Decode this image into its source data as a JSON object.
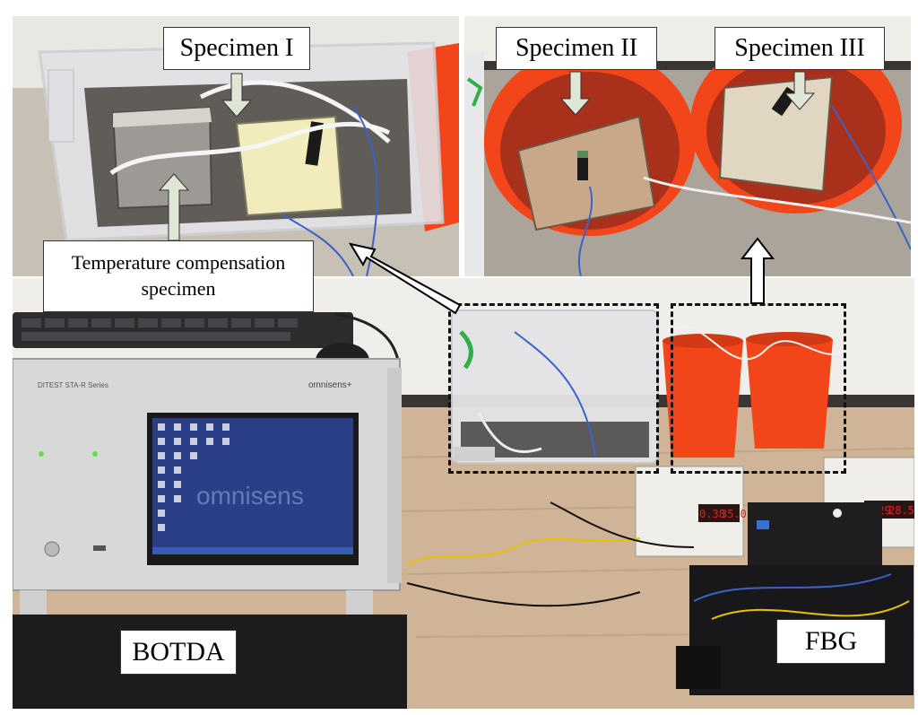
{
  "labels": {
    "specimen_1": "Specimen I",
    "specimen_2": "Specimen II",
    "specimen_3": "Specimen III",
    "temp_comp_line1": "Temperature compensation",
    "temp_comp_line2": "specimen",
    "botda": "BOTDA",
    "fbg": "FBG"
  },
  "equipment_text": {
    "device_series": "DITEST STA-R Series",
    "device_brand": "omnisens+",
    "screen_brand": "omnisens",
    "psu_left_display_1": "0.38",
    "psu_left_display_2": "35.0",
    "psu_right_display_1": "0.29",
    "psu_right_display_2": "28.5"
  },
  "colors": {
    "bucket": "#f2461a",
    "bucket_water": "#b8341a",
    "container": "#e8e8ea",
    "screen": "#2a3f88",
    "led_display": "#e02020",
    "botda_panel": "#d7d9d8"
  }
}
